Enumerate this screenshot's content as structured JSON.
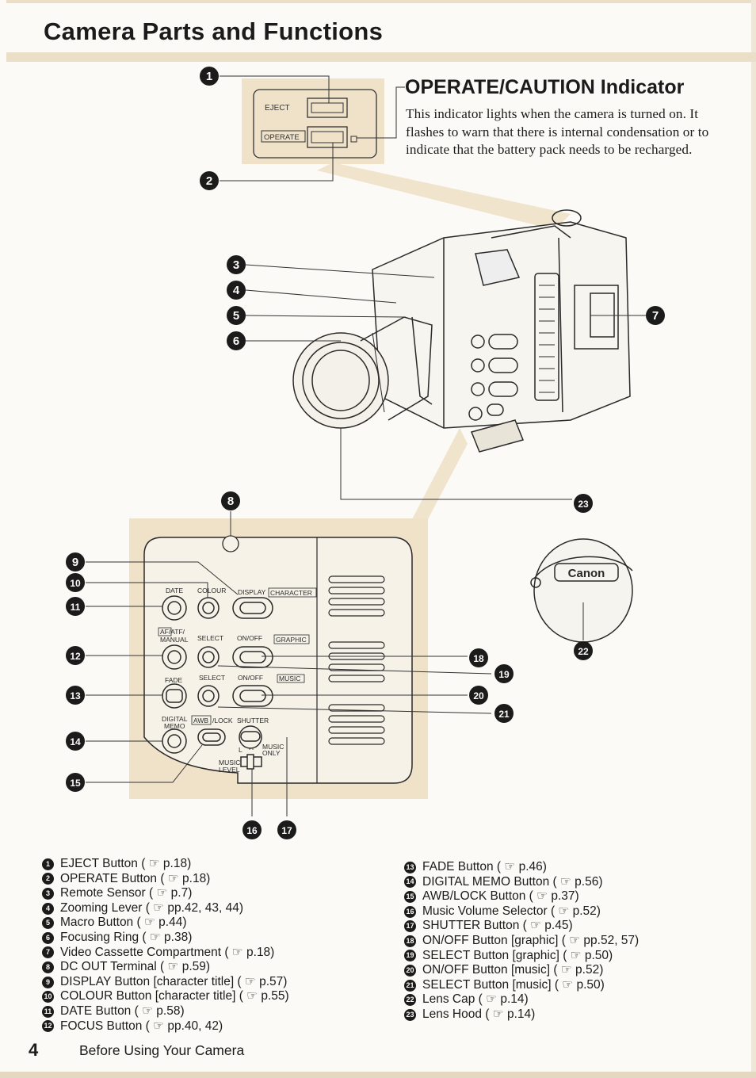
{
  "title": "Camera Parts and Functions",
  "indicator": {
    "heading": "OPERATE/CAUTION Indicator",
    "body": "This indicator lights when the camera is turned on. It flashes to warn that there is internal condensation or to indicate that the battery pack needs to be recharged."
  },
  "inset_top": {
    "eject_label": "EJECT",
    "operate_label": "OPERATE"
  },
  "panel": {
    "date": "DATE",
    "colour": "COLOUR",
    "display": "DISPLAY",
    "character": "CHARACTER",
    "af_manual_1": "AF/ATF/",
    "af_manual_2": "MANUAL",
    "select1": "SELECT",
    "onoff1": "ON/OFF",
    "graphic": "GRAPHIC",
    "fade": "FADE",
    "select2": "SELECT",
    "onoff2": "ON/OFF",
    "music": "MUSIC",
    "digital": "DIGITAL",
    "memo": "MEMO",
    "awb": "AWB",
    "lock": "/LOCK",
    "shutter": "SHUTTER",
    "l": "L",
    "h": "H",
    "music_only_1": "MUSIC",
    "music_only_2": "ONLY",
    "music_level_1": "MUSIC",
    "music_level_2": "LEVEL"
  },
  "lens_cap_brand": "Canon",
  "callouts": [
    "1",
    "2",
    "3",
    "4",
    "5",
    "6",
    "7",
    "8",
    "9",
    "10",
    "11",
    "12",
    "13",
    "14",
    "15",
    "16",
    "17",
    "18",
    "19",
    "20",
    "21",
    "22",
    "23"
  ],
  "legend_left": [
    {
      "n": "1",
      "text": "EJECT Button ( ☞ p.18)"
    },
    {
      "n": "2",
      "text": "OPERATE Button ( ☞ p.18)"
    },
    {
      "n": "3",
      "text": "Remote Sensor ( ☞ p.7)"
    },
    {
      "n": "4",
      "text": "Zooming Lever ( ☞ pp.42, 43, 44)"
    },
    {
      "n": "5",
      "text": "Macro Button ( ☞ p.44)"
    },
    {
      "n": "6",
      "text": "Focusing Ring ( ☞ p.38)"
    },
    {
      "n": "7",
      "text": "Video Cassette Compartment ( ☞ p.18)"
    },
    {
      "n": "8",
      "text": "DC OUT Terminal ( ☞ p.59)"
    },
    {
      "n": "9",
      "text": "DISPLAY Button [character title] ( ☞ p.57)"
    },
    {
      "n": "10",
      "text": "COLOUR Button [character title] ( ☞ p.55)"
    },
    {
      "n": "11",
      "text": "DATE Button ( ☞ p.58)"
    },
    {
      "n": "12",
      "text": "FOCUS Button ( ☞ pp.40, 42)"
    }
  ],
  "legend_right": [
    {
      "n": "13",
      "text": "FADE Button ( ☞ p.46)"
    },
    {
      "n": "14",
      "text": "DIGITAL MEMO Button ( ☞ p.56)"
    },
    {
      "n": "15",
      "text": "AWB/LOCK Button ( ☞ p.37)"
    },
    {
      "n": "16",
      "text": "Music Volume Selector ( ☞ p.52)"
    },
    {
      "n": "17",
      "text": "SHUTTER Button ( ☞ p.45)"
    },
    {
      "n": "18",
      "text": "ON/OFF Button [graphic] ( ☞ pp.52, 57)"
    },
    {
      "n": "19",
      "text": "SELECT Button [graphic] ( ☞ p.50)"
    },
    {
      "n": "20",
      "text": "ON/OFF Button [music] ( ☞ p.52)"
    },
    {
      "n": "21",
      "text": "SELECT Button [music] ( ☞ p.50)"
    },
    {
      "n": "22",
      "text": "Lens Cap ( ☞ p.14)"
    },
    {
      "n": "23",
      "text": "Lens Hood ( ☞ p.14)"
    }
  ],
  "page_number": "4",
  "footer": "Before Using Your Camera"
}
